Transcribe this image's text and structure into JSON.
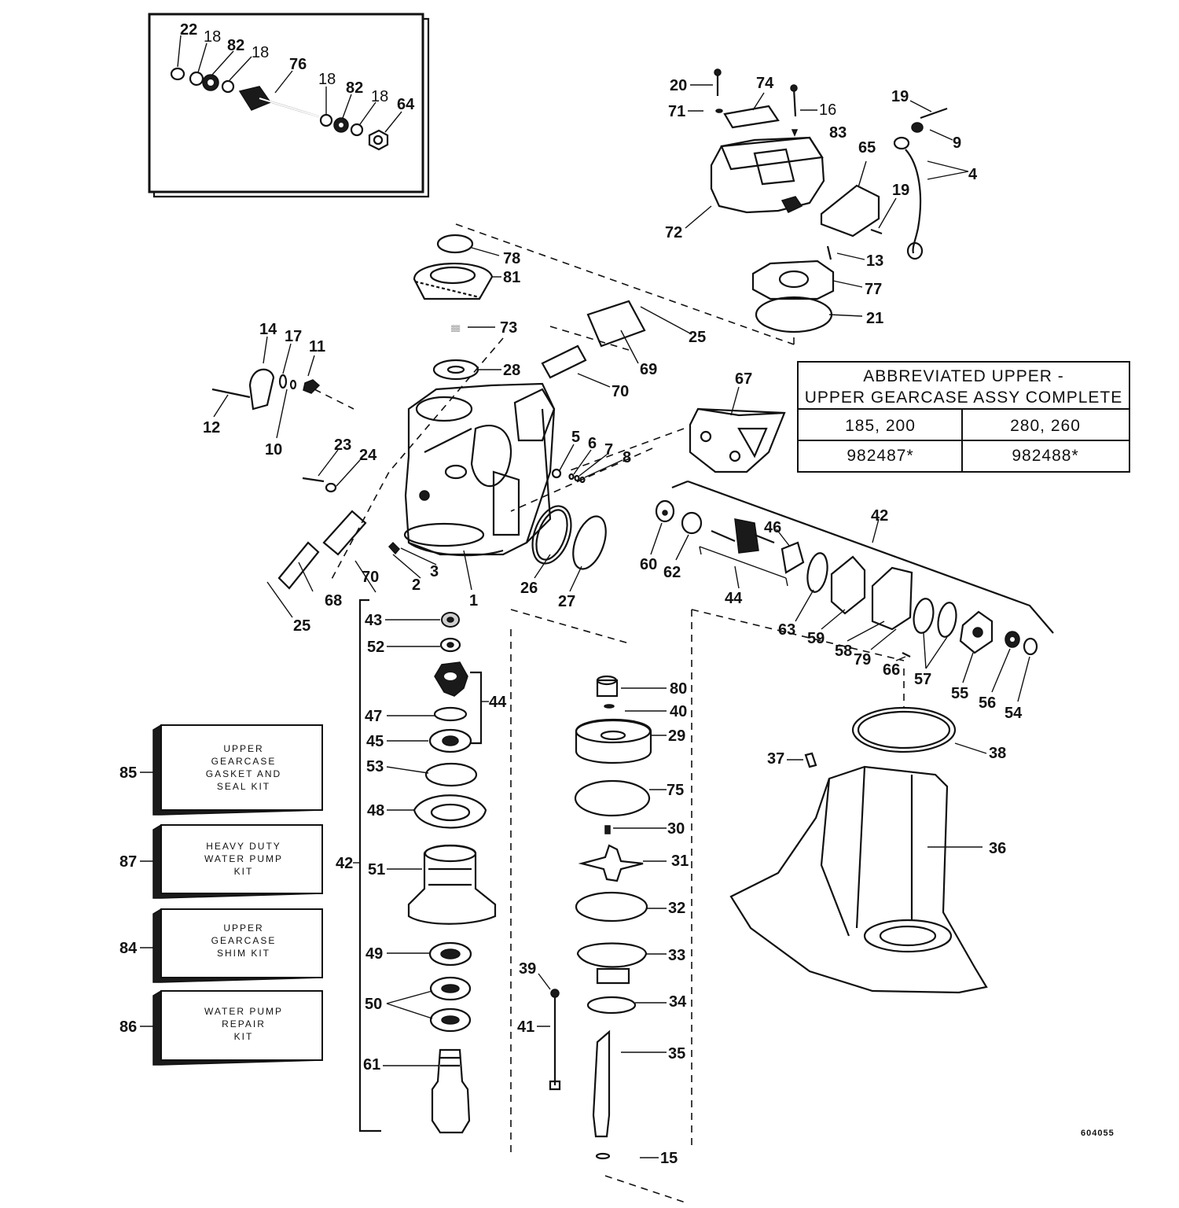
{
  "table": {
    "title_line1": "ABBREVIATED UPPER -",
    "title_line2": "UPPER GEARCASE ASSY COMPLETE",
    "columns": [
      "185, 200",
      "280, 260"
    ],
    "values": [
      "982487*",
      "982488*"
    ]
  },
  "kits": [
    {
      "number": "85",
      "lines": [
        "UPPER",
        "GEARCASE",
        "GASKET AND",
        "SEAL KIT"
      ]
    },
    {
      "number": "87",
      "lines": [
        "HEAVY DUTY",
        "WATER PUMP",
        "KIT"
      ]
    },
    {
      "number": "84",
      "lines": [
        "UPPER",
        "GEARCASE",
        "SHIM KIT"
      ]
    },
    {
      "number": "86",
      "lines": [
        "WATER PUMP",
        "REPAIR",
        "KIT"
      ]
    }
  ],
  "reference_number": "604055",
  "inset_callouts": [
    "22",
    "18",
    "82",
    "18",
    "76",
    "18",
    "82",
    "18",
    "64"
  ],
  "callouts": [
    "20",
    "74",
    "71",
    "16",
    "83",
    "19",
    "9",
    "65",
    "4",
    "72",
    "19",
    "13",
    "77",
    "21",
    "78",
    "81",
    "73",
    "25",
    "14",
    "17",
    "11",
    "28",
    "69",
    "70",
    "12",
    "10",
    "67",
    "5",
    "6",
    "7",
    "8",
    "23",
    "24",
    "60",
    "62",
    "46",
    "42",
    "44",
    "63",
    "59",
    "58",
    "79",
    "66",
    "57",
    "55",
    "56",
    "54",
    "70",
    "68",
    "25",
    "2",
    "3",
    "1",
    "26",
    "27",
    "43",
    "52",
    "44",
    "47",
    "45",
    "80",
    "40",
    "29",
    "37",
    "38",
    "53",
    "75",
    "48",
    "30",
    "36",
    "42",
    "51",
    "31",
    "32",
    "49",
    "33",
    "39",
    "50",
    "34",
    "41",
    "35",
    "61",
    "15",
    "85",
    "87",
    "84",
    "86"
  ]
}
